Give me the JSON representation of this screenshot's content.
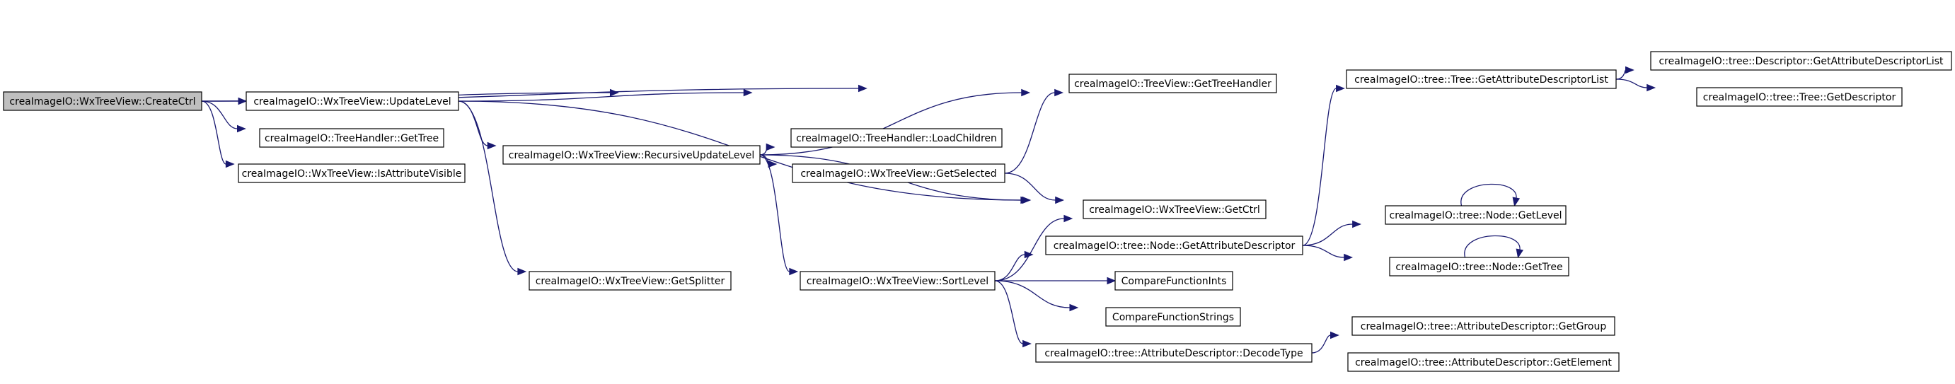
{
  "colors": {
    "background": "#ffffff",
    "root_fill": "#bfbfbf",
    "node_fill": "#ffffff",
    "border": "#000000",
    "edge": "#191970"
  },
  "nodes": [
    {
      "id": "createctrl",
      "label": "creaImageIO::WxTreeView::CreateCtrl",
      "root": true
    },
    {
      "id": "updatelevel",
      "label": "creaImageIO::WxTreeView::UpdateLevel"
    },
    {
      "id": "gettree_handler",
      "label": "creaImageIO::TreeHandler::GetTree"
    },
    {
      "id": "isattributevisible",
      "label": "creaImageIO::WxTreeView::IsAttributeVisible"
    },
    {
      "id": "recursiveupdatelevel",
      "label": "creaImageIO::WxTreeView::RecursiveUpdateLevel"
    },
    {
      "id": "getsplitter",
      "label": "creaImageIO::WxTreeView::GetSplitter"
    },
    {
      "id": "loadchildren",
      "label": "creaImageIO::TreeHandler::LoadChildren"
    },
    {
      "id": "getselected",
      "label": "creaImageIO::WxTreeView::GetSelected"
    },
    {
      "id": "sortlevel",
      "label": "creaImageIO::WxTreeView::SortLevel"
    },
    {
      "id": "gettreehandler",
      "label": "creaImageIO::TreeView::GetTreeHandler"
    },
    {
      "id": "getctrl",
      "label": "creaImageIO::WxTreeView::GetCtrl"
    },
    {
      "id": "node_getattributedescriptor",
      "label": "creaImageIO::tree::Node::GetAttributeDescriptor"
    },
    {
      "id": "comparefunctionints",
      "label": "CompareFunctionInts"
    },
    {
      "id": "comparefunctionstrings",
      "label": "CompareFunctionStrings"
    },
    {
      "id": "decodetype",
      "label": "creaImageIO::tree::AttributeDescriptor::DecodeType"
    },
    {
      "id": "tree_getattributedescriptorlist",
      "label": "creaImageIO::tree::Tree::GetAttributeDescriptorList"
    },
    {
      "id": "node_getlevel",
      "label": "creaImageIO::tree::Node::GetLevel"
    },
    {
      "id": "node_gettree",
      "label": "creaImageIO::tree::Node::GetTree"
    },
    {
      "id": "getgroup",
      "label": "creaImageIO::tree::AttributeDescriptor::GetGroup"
    },
    {
      "id": "getelement",
      "label": "creaImageIO::tree::AttributeDescriptor::GetElement"
    },
    {
      "id": "descriptor_getattributedescriptorlist",
      "label": "creaImageIO::tree::Descriptor::GetAttributeDescriptorList"
    },
    {
      "id": "tree_getdescriptor",
      "label": "creaImageIO::tree::Tree::GetDescriptor"
    }
  ],
  "edges": [
    {
      "from": "createctrl",
      "to": "tree_getattributedescriptorlist"
    },
    {
      "from": "createctrl",
      "to": "gettreehandler"
    },
    {
      "from": "createctrl",
      "to": "updatelevel"
    },
    {
      "from": "createctrl",
      "to": "gettree_handler"
    },
    {
      "from": "createctrl",
      "to": "isattributevisible"
    },
    {
      "from": "updatelevel",
      "to": "gettreehandler"
    },
    {
      "from": "updatelevel",
      "to": "recursiveupdatelevel"
    },
    {
      "from": "updatelevel",
      "to": "getctrl"
    },
    {
      "from": "updatelevel",
      "to": "getsplitter"
    },
    {
      "from": "recursiveupdatelevel",
      "to": "gettreehandler"
    },
    {
      "from": "recursiveupdatelevel",
      "to": "loadchildren"
    },
    {
      "from": "recursiveupdatelevel",
      "to": "getselected"
    },
    {
      "from": "recursiveupdatelevel",
      "to": "getctrl"
    },
    {
      "from": "recursiveupdatelevel",
      "to": "sortlevel"
    },
    {
      "from": "getselected",
      "to": "gettreehandler"
    },
    {
      "from": "getselected",
      "to": "getctrl"
    },
    {
      "from": "sortlevel",
      "to": "getctrl"
    },
    {
      "from": "sortlevel",
      "to": "node_getattributedescriptor"
    },
    {
      "from": "sortlevel",
      "to": "comparefunctionints"
    },
    {
      "from": "sortlevel",
      "to": "comparefunctionstrings"
    },
    {
      "from": "sortlevel",
      "to": "decodetype"
    },
    {
      "from": "node_getattributedescriptor",
      "to": "tree_getattributedescriptorlist"
    },
    {
      "from": "node_getattributedescriptor",
      "to": "node_getlevel"
    },
    {
      "from": "node_getattributedescriptor",
      "to": "node_gettree"
    },
    {
      "from": "node_getlevel",
      "to": "node_getlevel"
    },
    {
      "from": "node_gettree",
      "to": "node_gettree"
    },
    {
      "from": "decodetype",
      "to": "getgroup"
    },
    {
      "from": "decodetype",
      "to": "getelement"
    },
    {
      "from": "tree_getattributedescriptorlist",
      "to": "descriptor_getattributedescriptorlist"
    },
    {
      "from": "tree_getattributedescriptorlist",
      "to": "tree_getdescriptor"
    }
  ]
}
